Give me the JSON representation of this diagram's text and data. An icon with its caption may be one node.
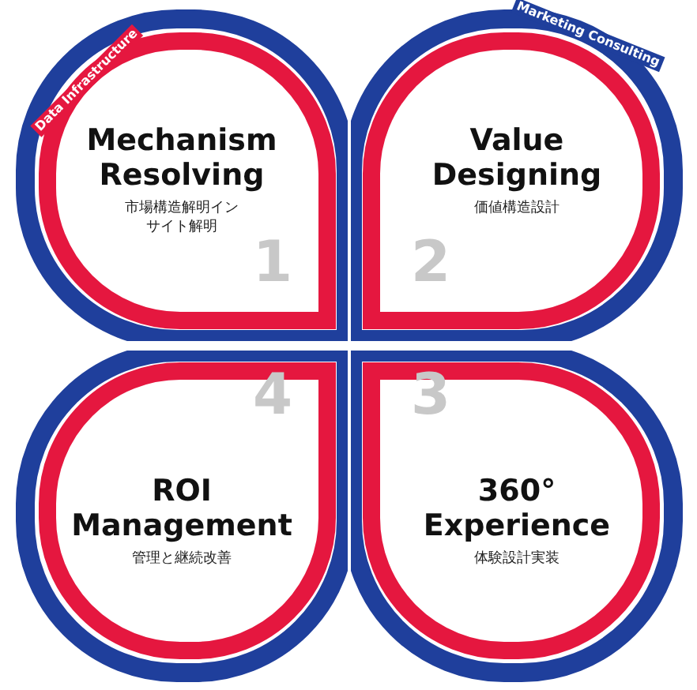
{
  "diagram": {
    "nodes": [
      {
        "text": [
          "Mechanism Resolving",
          "市場構造解明インサイト解明",
          "1"
        ]
      },
      {
        "text": [
          "Value Designing",
          "価値構造設計",
          "2"
        ]
      },
      {
        "text": [
          "ROI Management",
          "管理と継続改善",
          "4"
        ]
      },
      {
        "text": [
          "360° Experience",
          "体験設計実装",
          "3"
        ]
      }
    ],
    "labels": [
      "Data Infrastructure",
      "Marketing Consulting"
    ]
  }
}
